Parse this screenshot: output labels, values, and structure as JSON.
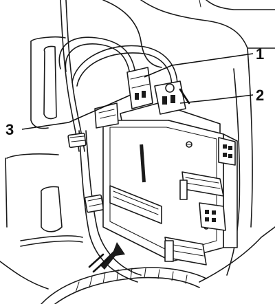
{
  "figure": {
    "callouts": [
      {
        "id": "callout-1",
        "label": "1"
      },
      {
        "id": "callout-2",
        "label": "2"
      },
      {
        "id": "callout-3",
        "label": "3"
      }
    ],
    "colors": {
      "ink": "#1a1a1a",
      "background": "#ffffff",
      "shade": "#d9d9d9"
    }
  }
}
